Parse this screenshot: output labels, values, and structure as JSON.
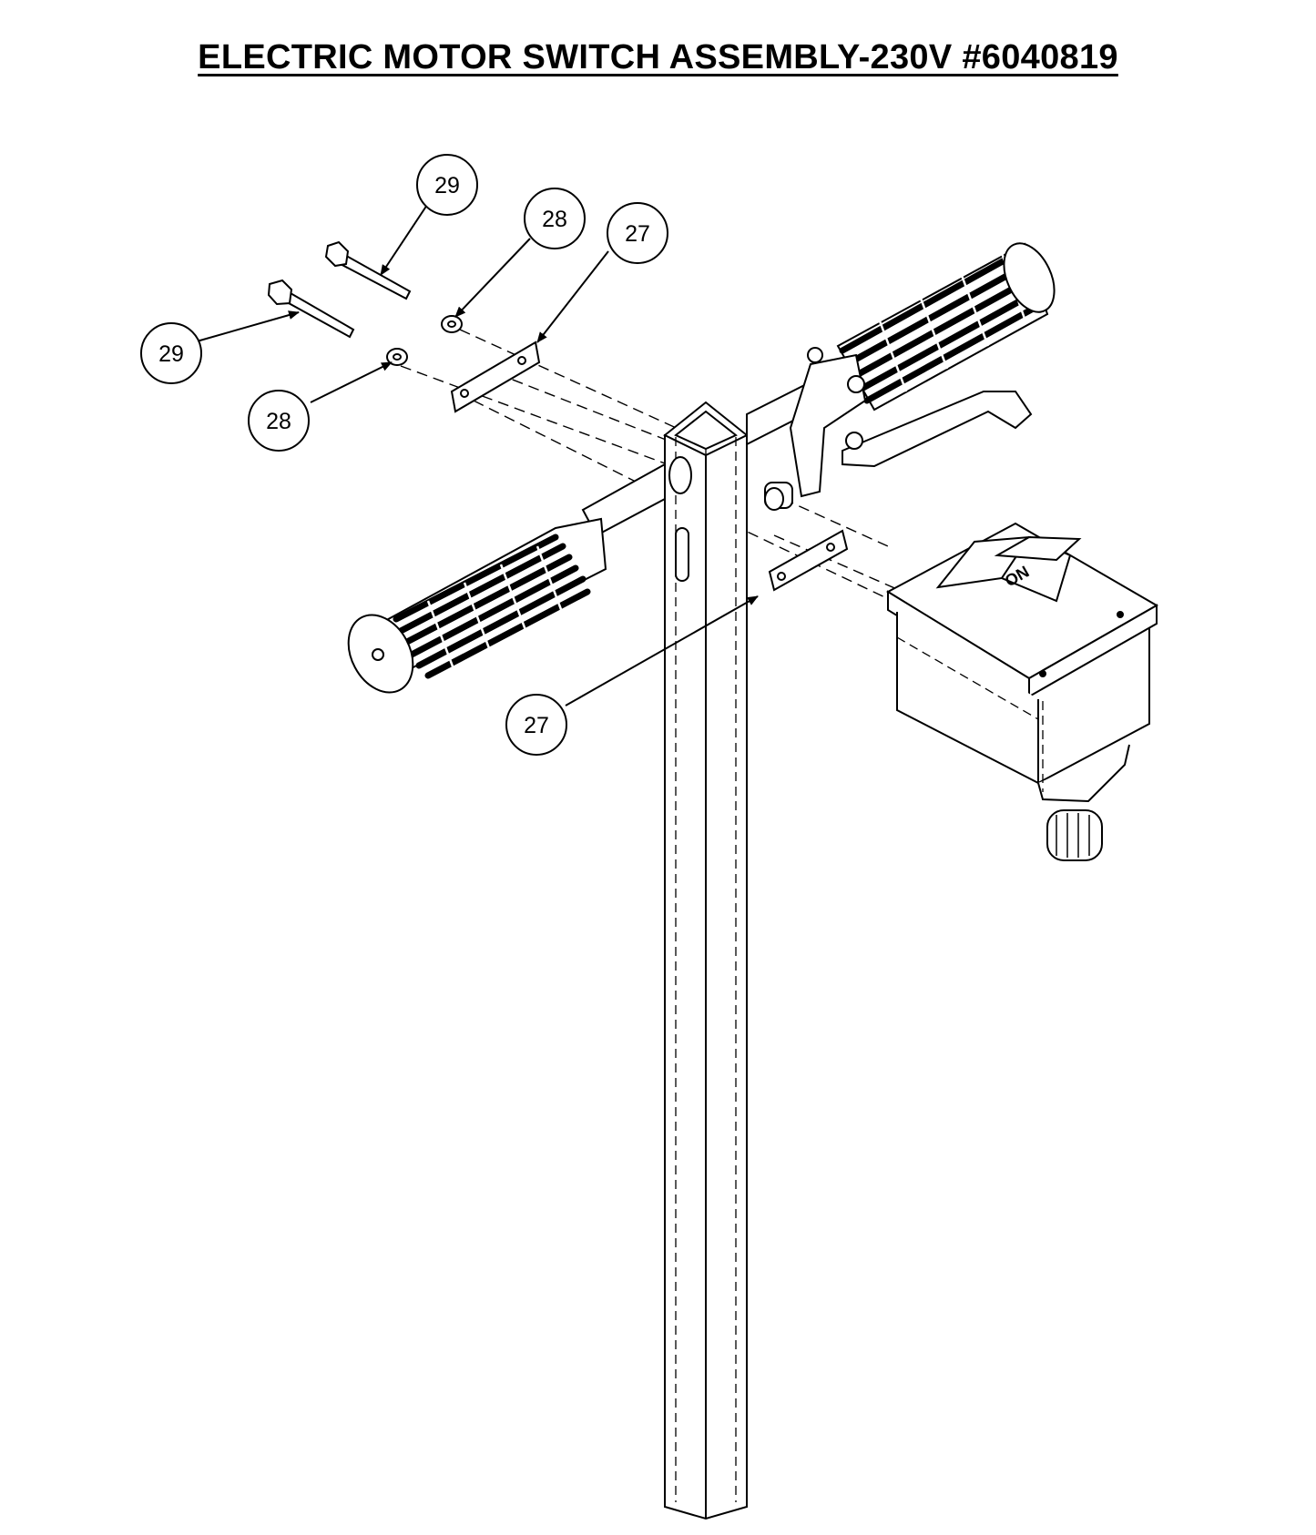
{
  "title": "ELECTRIC MOTOR SWITCH ASSEMBLY-230V #6040819",
  "callouts": [
    {
      "id": "c29a",
      "label": "29"
    },
    {
      "id": "c28a",
      "label": "28"
    },
    {
      "id": "c27a",
      "label": "27"
    },
    {
      "id": "c29b",
      "label": "29"
    },
    {
      "id": "c28b",
      "label": "28"
    },
    {
      "id": "c27b",
      "label": "27"
    }
  ],
  "switch_label": "ON"
}
